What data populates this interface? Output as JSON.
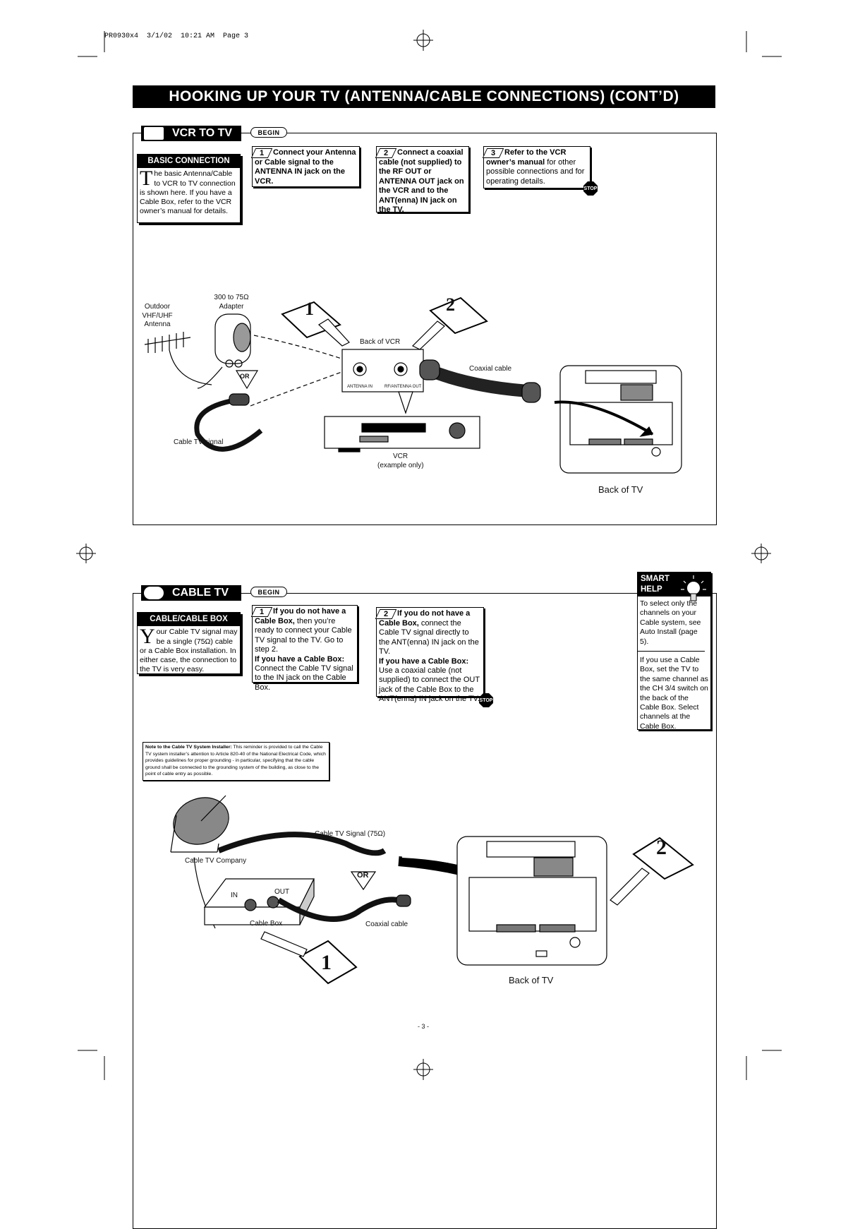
{
  "slug_line": "PR0930x4  3/1/02  10:21 AM  Page 3",
  "page_title": "HOOKING UP YOUR TV (ANTENNA/CABLE CONNECTIONS) (CONT’D)",
  "begin_label": "BEGIN",
  "stop_label": "STOP",
  "vcr_section": {
    "tab_label": "VCR TO TV",
    "basic": {
      "heading": "BASIC CONNECTION",
      "dropcap": "T",
      "text": "he basic Antenna/Cable to VCR to TV connection is shown here. If you have a Cable Box, refer to the VCR owner’s manual for details."
    },
    "step1": {
      "num": "1",
      "text": "Connect your Antenna or Cable signal to the ANTENNA IN jack on the VCR."
    },
    "step2": {
      "num": "2",
      "text": "Connect a coaxial cable (not supplied) to the RF OUT or ANTENNA OUT jack on the VCR and to the ANT(enna) IN jack on the TV."
    },
    "step3": {
      "num": "3",
      "bold": "Refer to the VCR owner’s manual",
      "rest": " for other possible connections and for operating details."
    },
    "labels": {
      "outdoor": "Outdoor VHF/UHF Antenna",
      "adapter": "300 to 75Ω Adapter",
      "or": "OR",
      "cable_signal": "Cable TV signal",
      "back_of_vcr": "Back of VCR",
      "antenna_in": "ANTENNA IN",
      "rf_out": "RF/ANTENNA OUT",
      "coaxial": "Coaxial cable",
      "vcr": "VCR",
      "vcr_note": "(example only)",
      "back_of_tv": "Back of TV",
      "badge1": "1",
      "badge2": "2"
    }
  },
  "cable_section": {
    "tab_label": "CABLE TV",
    "basic": {
      "heading": "CABLE/CABLE BOX",
      "dropcap": "Y",
      "text": "our Cable TV signal may be a single (75Ω) cable or a Cable Box installation. In either case, the connection to the TV is very easy."
    },
    "step1": {
      "num": "1",
      "bold1": "If you do not have a Cable Box,",
      "text1": " then you’re ready to connect your Cable TV signal to the TV. Go to step 2.",
      "bold2": "If you have a Cable Box:",
      "text2": " Connect the Cable TV signal to the IN jack on the Cable Box."
    },
    "step2": {
      "num": "2",
      "bold1": "If you do not have a Cable Box,",
      "text1": " connect the Cable TV signal directly to the ANT(enna) IN jack on the TV.",
      "bold2": "If you have a Cable Box:",
      "text2": " Use a coaxial cable (not supplied) to connect the OUT jack of the Cable Box to the ANT(enna) IN jack on the TV."
    },
    "note": {
      "bold": "Note to the Cable TV System Installer:",
      "text": " This reminder is provided to call the Cable TV system installer’s attention to Article 820-40 of the National Electrical Code, which provides guidelines for proper grounding - in particular, specifying that the cable ground shall be connected to the grounding system of the building, as close to the point of cable entry as possible."
    },
    "labels": {
      "cable_signal": "Cable TV Signal (75Ω)",
      "company": "Cable TV Company",
      "in": "IN",
      "out": "OUT",
      "cable_box": "Cable Box",
      "coaxial": "Coaxial cable",
      "or": "OR",
      "back_of_tv": "Back of TV",
      "badge1": "1",
      "badge2": "2"
    }
  },
  "smart_help": {
    "title_line1": "SMART",
    "title_line2": "HELP",
    "tip1": "To select only the channels on your Cable system, see Auto Install (page 5).",
    "tip2": "If you use a Cable Box, set the TV to the same channel as the CH 3/4 switch on the back of the Cable Box. Select channels at the Cable Box."
  },
  "page_number": "- 3 -"
}
